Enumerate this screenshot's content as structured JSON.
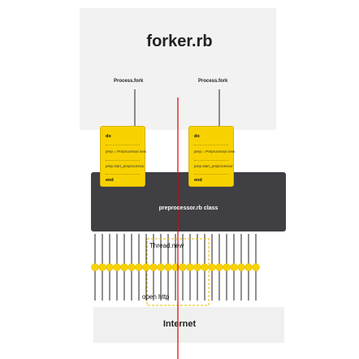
{
  "top": {
    "title": "forker.rb",
    "fork_left": "Process.fork",
    "fork_right": "Process.fork"
  },
  "cards": [
    {
      "lines": [
        "do",
        "prep = Preprocessor.new",
        "prep.start_preprocessor",
        "end"
      ]
    },
    {
      "lines": [
        "do",
        "prep = Preprocessor.new",
        "prep.start_preprocessor",
        "end"
      ]
    }
  ],
  "middle": {
    "label": "preprocessor.rb class"
  },
  "overlays": {
    "threads_label": "Thread.new",
    "open_label": "open http"
  },
  "bottom": {
    "label": "Internet"
  },
  "colors": {
    "red_line": "#e00000",
    "yellow": "#f8d200",
    "dark": "#3f3f44"
  }
}
